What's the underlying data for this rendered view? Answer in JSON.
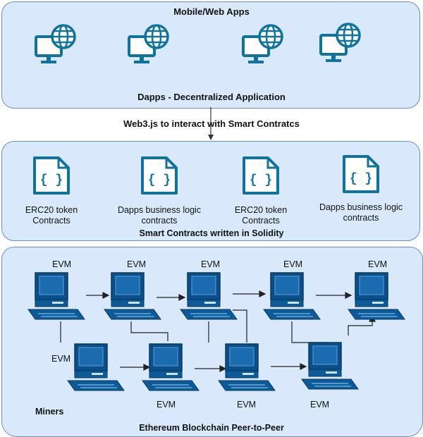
{
  "apps_layer": {
    "title": "Mobile/Web Apps",
    "subtitle": "Dapps - Decentralized Application",
    "icon": "globe-monitor-icon",
    "app_count": 4
  },
  "web3_label": "Web3.js to interact with Smart Contratcs",
  "contracts_layer": {
    "title": "Smart Contracts written in Solidity",
    "icon": "code-file-icon",
    "contracts": [
      {
        "line1": "ERC20 token",
        "line2": "Contracts"
      },
      {
        "line1": "Dapps business logic",
        "line2": "contracts"
      },
      {
        "line1": "ERC20 token",
        "line2": "Contracts"
      },
      {
        "line1": "Dapps business logic",
        "line2": "contracts"
      }
    ]
  },
  "blockchain_layer": {
    "title": "Ethereum Blockchain Peer-to-Peer",
    "miners_label": "Miners",
    "node_label": "EVM",
    "icon": "computer-icon",
    "top_nodes": [
      "EVM",
      "EVM",
      "EVM",
      "EVM",
      "EVM"
    ],
    "bottom_nodes": [
      "EVM",
      "EVM",
      "EVM",
      "EVM"
    ]
  },
  "colors": {
    "panel_fill": "#dae8fc",
    "panel_border": "#6c8ebf",
    "icon_blue": "#10739e",
    "screen_blue": "#0b4f8a"
  }
}
